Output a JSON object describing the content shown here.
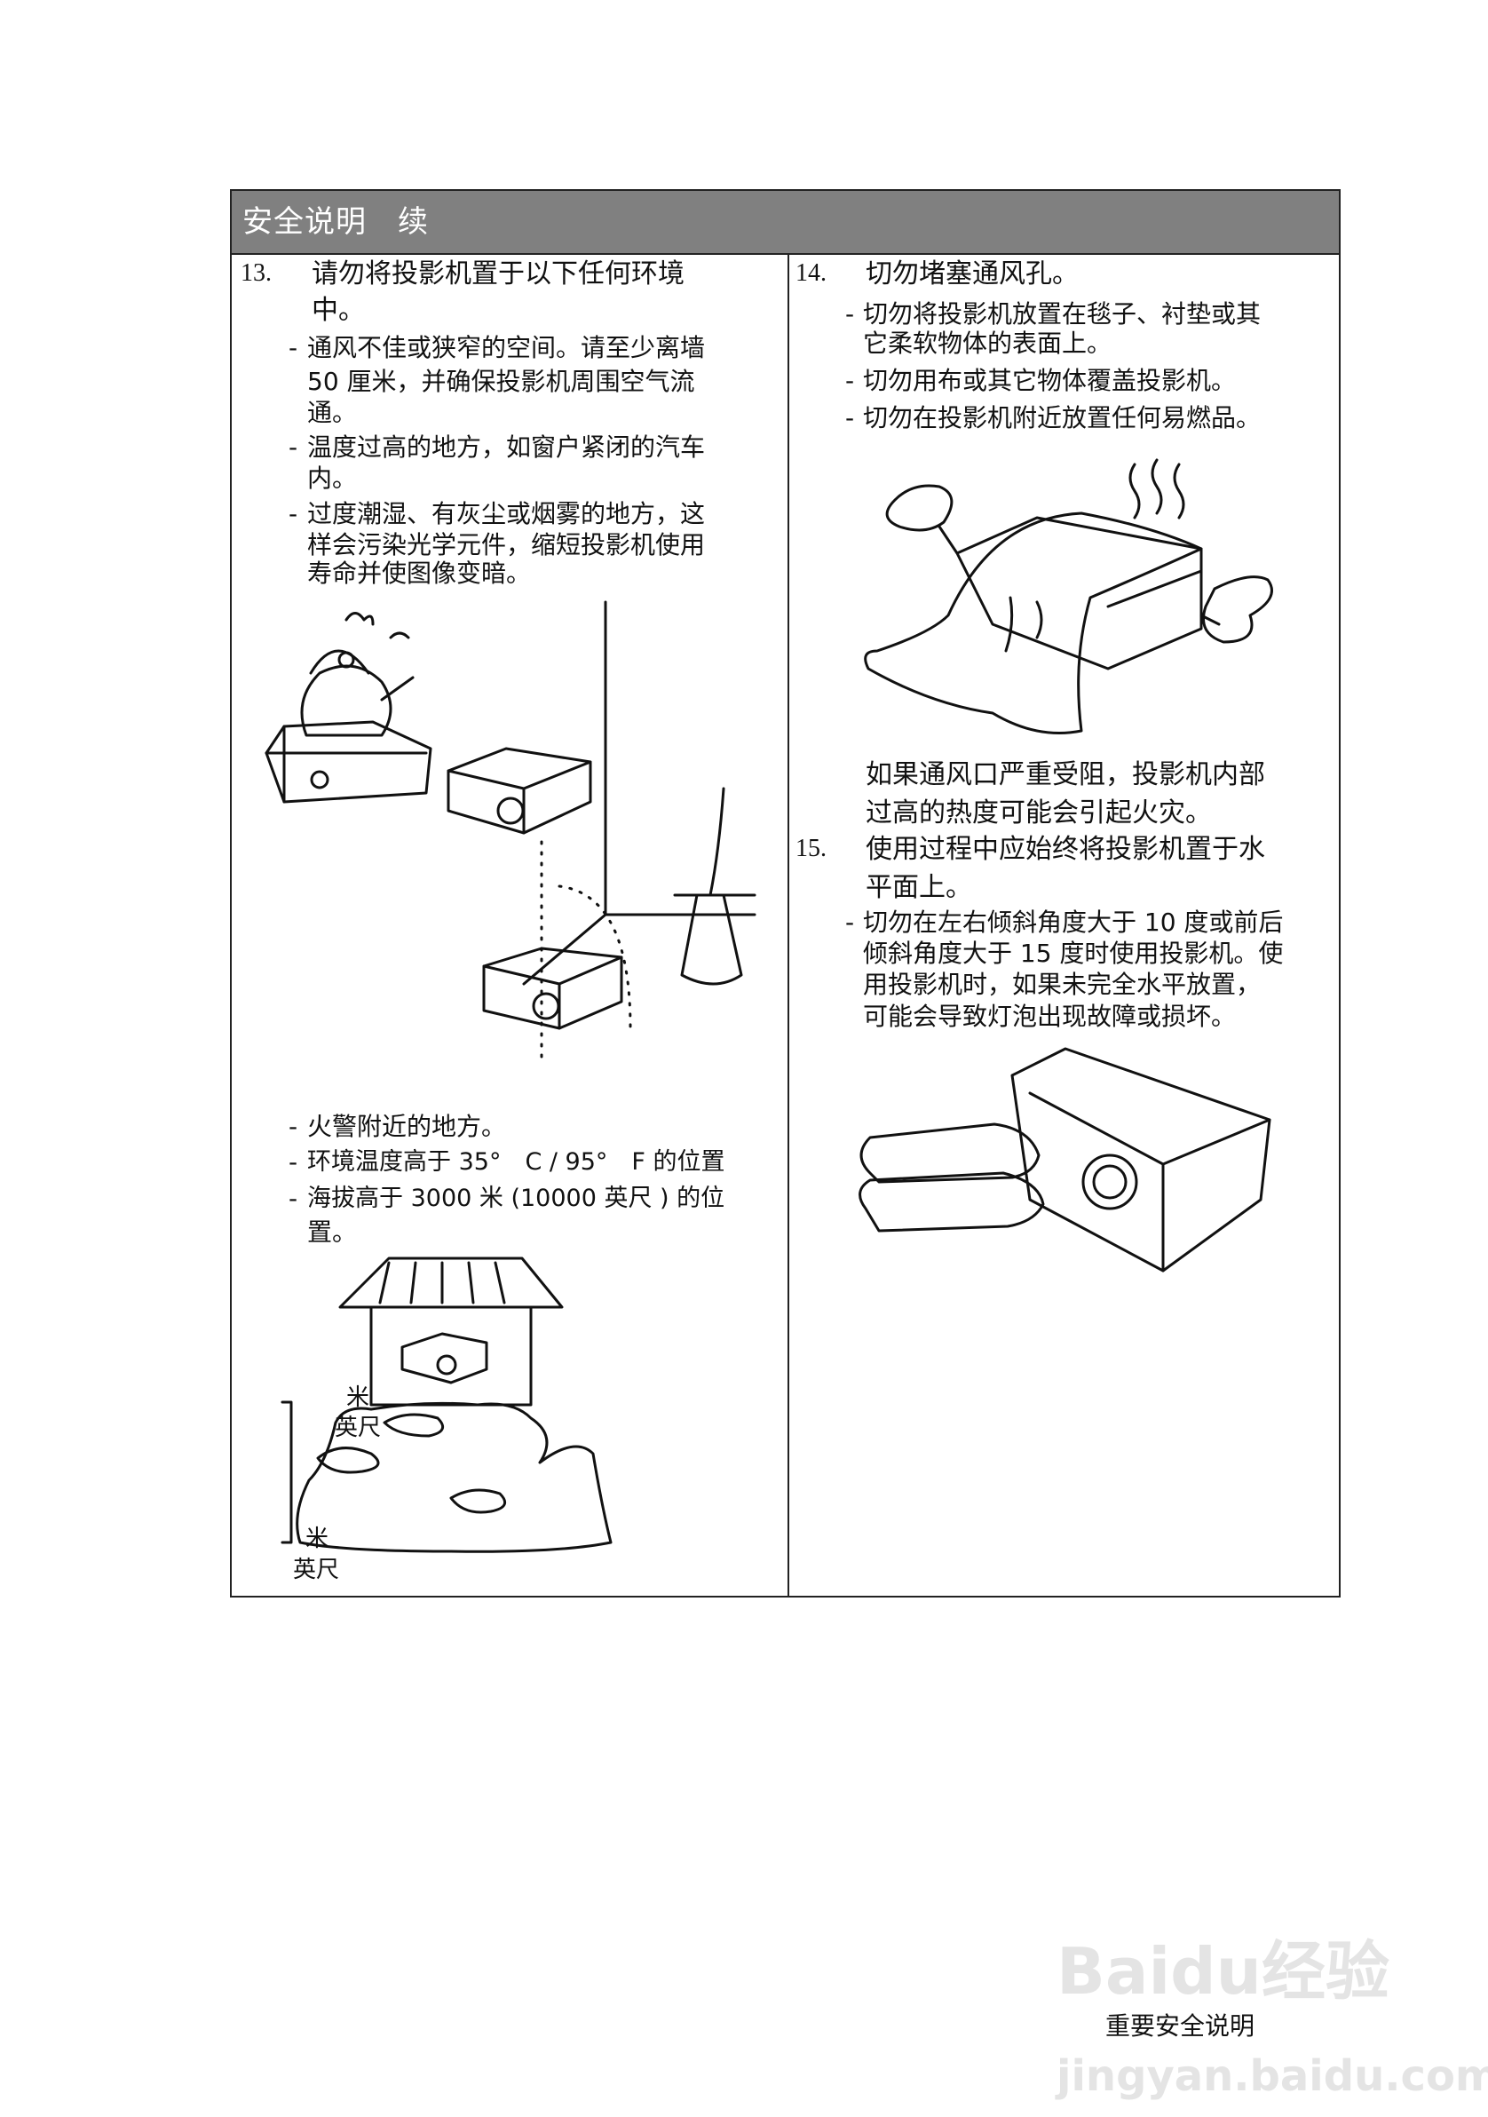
{
  "header": {
    "title": "安全说明　续"
  },
  "left": {
    "item13": {
      "number": "13.",
      "line1": "请勿将投影机置于以下任何环境",
      "line2": "中。"
    },
    "bullets": [
      {
        "lines": [
          "通风不佳或狭窄的空间。请至少离墙",
          "50 厘米，并确保投影机周围空气流",
          "通。"
        ]
      },
      {
        "lines": [
          "温度过高的地方，如窗户紧闭的汽车",
          "内。"
        ]
      },
      {
        "lines": [
          "过度潮湿、有灰尘或烟雾的地方，这",
          "样会污染光学元件，缩短投影机使用",
          "寿命并使图像变暗。"
        ]
      },
      {
        "lines": [
          "火警附近的地方。"
        ]
      },
      {
        "lines": [
          "环境温度高于 35°　C / 95°　F 的位置"
        ]
      },
      {
        "lines": [
          "海拔高于 3000 米 (10000 英尺 ) 的位",
          "置。"
        ]
      }
    ],
    "altitude_labels": {
      "top_m": "米",
      "top_ft": "英尺",
      "bottom_m": "米",
      "bottom_ft": "英尺"
    }
  },
  "right": {
    "item14": {
      "number": "14.",
      "line1": "切勿堵塞通风孔。"
    },
    "bullets14": [
      {
        "lines": [
          "切勿将投影机放置在毯子、衬垫或其",
          "它柔软物体的表面上。"
        ]
      },
      {
        "lines": [
          "切勿用布或其它物体覆盖投影机。"
        ]
      },
      {
        "lines": [
          "切勿在投影机附近放置任何易燃品。"
        ]
      }
    ],
    "warning": [
      "如果通风口严重受阻，投影机内部",
      "过高的热度可能会引起火灾。"
    ],
    "item15": {
      "number": "15.",
      "line1": "使用过程中应始终将投影机置于水",
      "line2": "平面上。"
    },
    "bullets15": [
      {
        "lines": [
          "切勿在左右倾斜角度大于 10 度或前后",
          "倾斜角度大于 15 度时使用投影机。使",
          "用投影机时，如果未完全水平放置，",
          "可能会导致灯泡出现故障或损坏。"
        ]
      }
    ]
  },
  "footer": {
    "section": "重要安全说明"
  },
  "watermark": {
    "logo": "Baidu经验",
    "url": "jingyan.baidu.com"
  },
  "colors": {
    "header_bg": "#808080",
    "header_text": "#ffffff",
    "border": "#222222",
    "watermark": "#e4e4e4"
  }
}
